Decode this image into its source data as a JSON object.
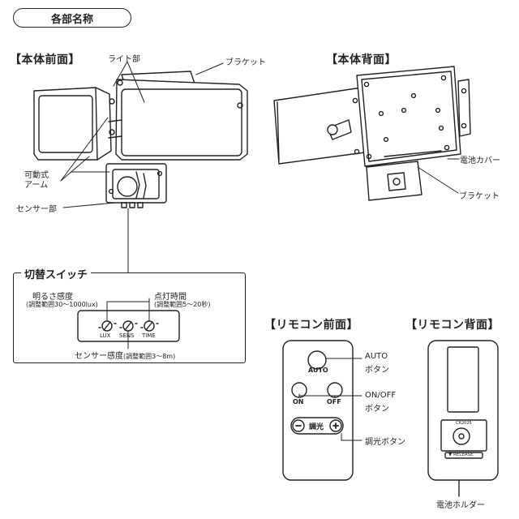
{
  "page_title": "各部名称",
  "body_front": {
    "heading": "【本体前面】",
    "labels": {
      "light": "ライト部",
      "bracket": "ブラケット",
      "arm_line1": "可動式",
      "arm_line2": "アーム",
      "sensor": "センサー部"
    }
  },
  "body_back": {
    "heading": "【本体背面】",
    "labels": {
      "battery_cover": "電池カバー",
      "bracket": "ブラケット"
    }
  },
  "switches": {
    "heading": "切替スイッチ",
    "brightness": "明るさ感度",
    "brightness_range": "(調整範囲30〜1000lux)",
    "on_time": "点灯時間",
    "on_time_range": "(調整範囲5〜20秒)",
    "sensor_sensitivity": "センサー感度",
    "sensor_range": "(調整範囲3〜8m)",
    "knob_lux": "LUX",
    "knob_sens": "SENS",
    "knob_time": "TIME"
  },
  "remote_front": {
    "heading": "【リモコン前面】",
    "auto_key": "AUTO",
    "on_key": "ON",
    "off_key": "OFF",
    "dim_key": "調光",
    "auto_label_line1": "AUTO",
    "auto_label_line2": "ボタン",
    "onoff_label_line1": "ON/OFF",
    "onoff_label_line2": "ボタン",
    "dim_label": "調光ボタン"
  },
  "remote_back": {
    "heading": "【リモコン背面】",
    "battery_model": "CR2025",
    "release": "▼ RELEASE",
    "holder_label": "電池ホルダー"
  }
}
